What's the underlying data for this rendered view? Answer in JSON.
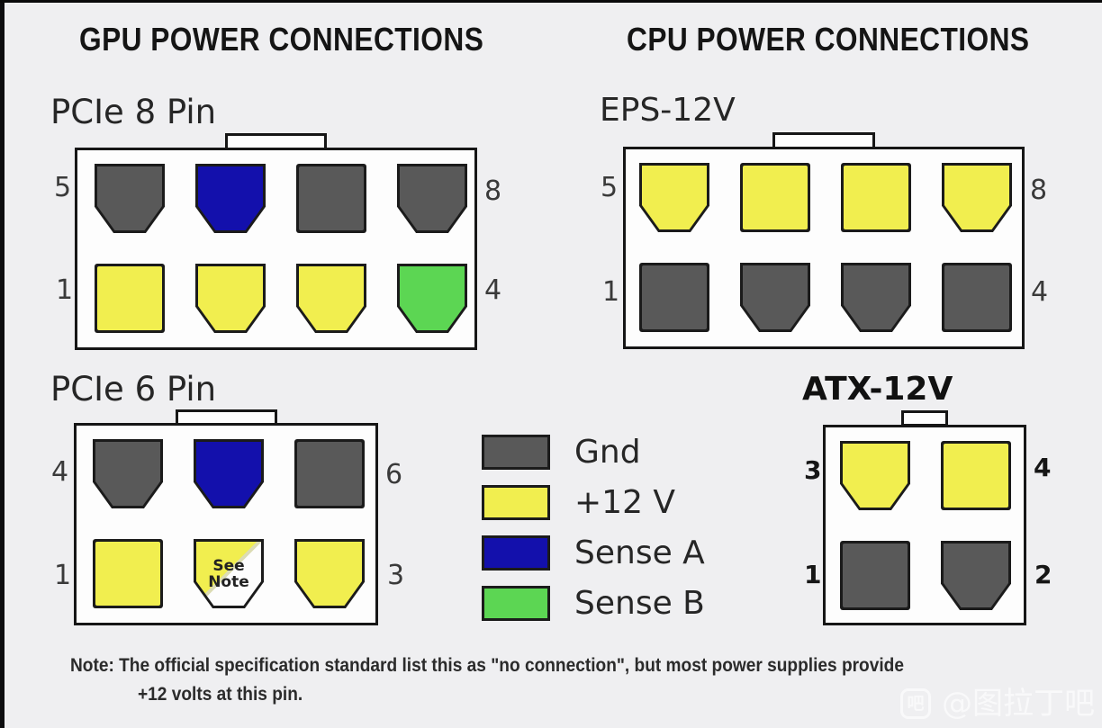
{
  "headers": {
    "gpu": "GPU POWER CONNECTIONS",
    "cpu": "CPU POWER CONNECTIONS"
  },
  "colors": {
    "gnd": "#595959",
    "v12": "#F1EE4F",
    "senseA": "#1310AC",
    "senseB": "#5CD653"
  },
  "connectors": {
    "pcie8": {
      "label": "PCIe 8 Pin",
      "numbers": {
        "topLeft": "5",
        "topRight": "8",
        "bottomLeft": "1",
        "bottomRight": "4"
      },
      "rows": [
        [
          {
            "color": "gnd",
            "chamfer": true
          },
          {
            "color": "senseA",
            "chamfer": true
          },
          {
            "color": "gnd",
            "chamfer": false
          },
          {
            "color": "gnd",
            "chamfer": true
          }
        ],
        [
          {
            "color": "v12",
            "chamfer": false
          },
          {
            "color": "v12",
            "chamfer": true
          },
          {
            "color": "v12",
            "chamfer": true
          },
          {
            "color": "senseB",
            "chamfer": true
          }
        ]
      ]
    },
    "pcie6": {
      "label": "PCIe 6 Pin",
      "numbers": {
        "topLeft": "4",
        "topRight": "6",
        "bottomLeft": "1",
        "bottomRight": "3"
      },
      "rows": [
        [
          {
            "color": "gnd",
            "chamfer": true
          },
          {
            "color": "senseA",
            "chamfer": true
          },
          {
            "color": "gnd",
            "chamfer": false
          }
        ],
        [
          {
            "color": "v12",
            "chamfer": false
          },
          {
            "color": "note",
            "chamfer": true,
            "labels": [
              "See",
              "Note"
            ]
          },
          {
            "color": "v12",
            "chamfer": true
          }
        ]
      ]
    },
    "eps12v": {
      "label": "EPS-12V",
      "numbers": {
        "topLeft": "5",
        "topRight": "8",
        "bottomLeft": "1",
        "bottomRight": "4"
      },
      "rows": [
        [
          {
            "color": "v12",
            "chamfer": true
          },
          {
            "color": "v12",
            "chamfer": false
          },
          {
            "color": "v12",
            "chamfer": false
          },
          {
            "color": "v12",
            "chamfer": true
          }
        ],
        [
          {
            "color": "gnd",
            "chamfer": false
          },
          {
            "color": "gnd",
            "chamfer": true
          },
          {
            "color": "gnd",
            "chamfer": true
          },
          {
            "color": "gnd",
            "chamfer": false
          }
        ]
      ]
    },
    "atx12v": {
      "label": "ATX-12V",
      "numbers": {
        "topLeft": "3",
        "topRight": "4",
        "bottomLeft": "1",
        "bottomRight": "2"
      },
      "rows": [
        [
          {
            "color": "v12",
            "chamfer": true
          },
          {
            "color": "v12",
            "chamfer": false
          }
        ],
        [
          {
            "color": "gnd",
            "chamfer": false
          },
          {
            "color": "gnd",
            "chamfer": true
          }
        ]
      ]
    }
  },
  "legend": {
    "items": [
      {
        "label": "Gnd",
        "color": "#595959"
      },
      {
        "label": "+12 V",
        "color": "#F1EE4F"
      },
      {
        "label": "Sense A",
        "color": "#1310AC"
      },
      {
        "label": "Sense B",
        "color": "#5CD653"
      }
    ]
  },
  "note": {
    "line1": "Note: The official specification standard list this as \"no connection\", but most power supplies provide",
    "line2": "+12 volts at this pin."
  },
  "watermark": {
    "icon_glyph": "吧",
    "handle": "@图拉丁吧"
  }
}
